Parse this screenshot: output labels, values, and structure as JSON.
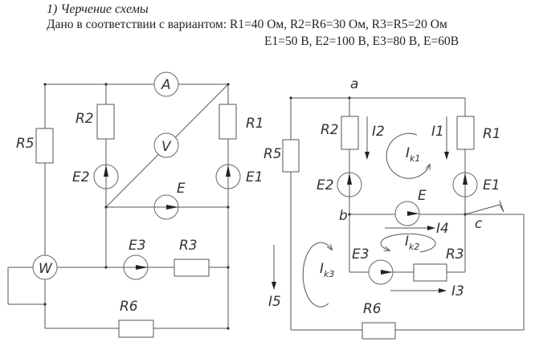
{
  "header": {
    "title": "1) Черчение схемы",
    "given_line1": "Дано в соответствии с вариантом: R1=40 Ом, R2=R6=30 Ом, R3=R5=20 Ом",
    "given_line2": "E1=50 В, E2=100 В, E3=80 В, E=60В"
  },
  "left_circuit": {
    "labels": {
      "R5": "R5",
      "R2": "R2",
      "R1": "R1",
      "R3": "R3",
      "R6": "R6",
      "E2": "E2",
      "E1": "E1",
      "E": "E",
      "E3": "E3",
      "ammeter": "A",
      "voltmeter": "V",
      "wattmeter": "W"
    }
  },
  "right_circuit": {
    "labels": {
      "R5": "R5",
      "R2": "R2",
      "R1": "R1",
      "R3": "R3",
      "R6": "R6",
      "E2": "E2",
      "E1": "E1",
      "E": "E",
      "E3": "E3",
      "node_a": "a",
      "node_b": "b",
      "node_c": "c"
    },
    "currents": {
      "I1": "I1",
      "I2": "I2",
      "I3": "I3",
      "I4": "I4",
      "I5": "I5"
    },
    "loop_currents": {
      "Ik1": {
        "main": "I",
        "sub": "k1"
      },
      "Ik2": {
        "main": "I",
        "sub": "k2"
      },
      "Ik3": {
        "main": "I",
        "sub": "k3"
      }
    }
  }
}
